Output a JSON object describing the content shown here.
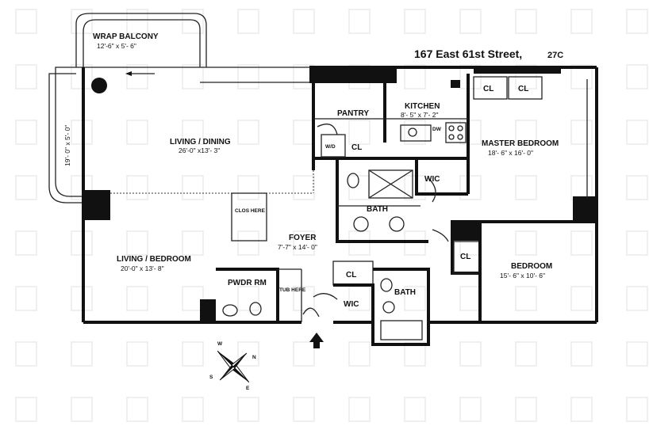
{
  "address": {
    "street": "167 East 61st Street,",
    "unit": "27C"
  },
  "rooms": {
    "wrap_balcony": {
      "name": "WRAP BALCONY",
      "dims": "12'-6\" x  5'- 6\"",
      "side_dims": "19'- 0\" x 5'- 0\""
    },
    "living_dining": {
      "name": "LIVING / DINING",
      "dims": "26'-0\" x13'- 3\""
    },
    "pantry": {
      "name": "PANTRY"
    },
    "kitchen": {
      "name": "KITCHEN",
      "dims": "8'- 5\" x 7'- 2\""
    },
    "master_bedroom": {
      "name": "MASTER BEDROOM",
      "dims": "18'- 6\" x 16'- 0\""
    },
    "living_bedroom": {
      "name": "LIVING / BEDROOM",
      "dims": "20'-0\" x 13'- 8\""
    },
    "foyer": {
      "name": "FOYER",
      "dims": "7'-7\"  x 14'- 0\""
    },
    "bedroom": {
      "name": "BEDROOM",
      "dims": "15'- 6\" x 10'- 6\""
    },
    "bath_main": {
      "name": "BATH"
    },
    "bath_second": {
      "name": "BATH"
    },
    "powder_room": {
      "name": "PWDR RM"
    },
    "wic_master": {
      "name": "WIC"
    },
    "wic_foyer": {
      "name": "WIC"
    }
  },
  "closets": {
    "pantry_cl": "CL",
    "master_cl_1": "CL",
    "master_cl_2": "CL",
    "foyer_cl": "CL",
    "bedroom_cl": "CL"
  },
  "notes": {
    "clos_here": "CLOS HERE",
    "tub_here": "TUB HERE",
    "dw": "DW",
    "w_d": "W/D"
  },
  "compass": {
    "n": "N",
    "s": "S",
    "e": "E",
    "w": "W"
  }
}
